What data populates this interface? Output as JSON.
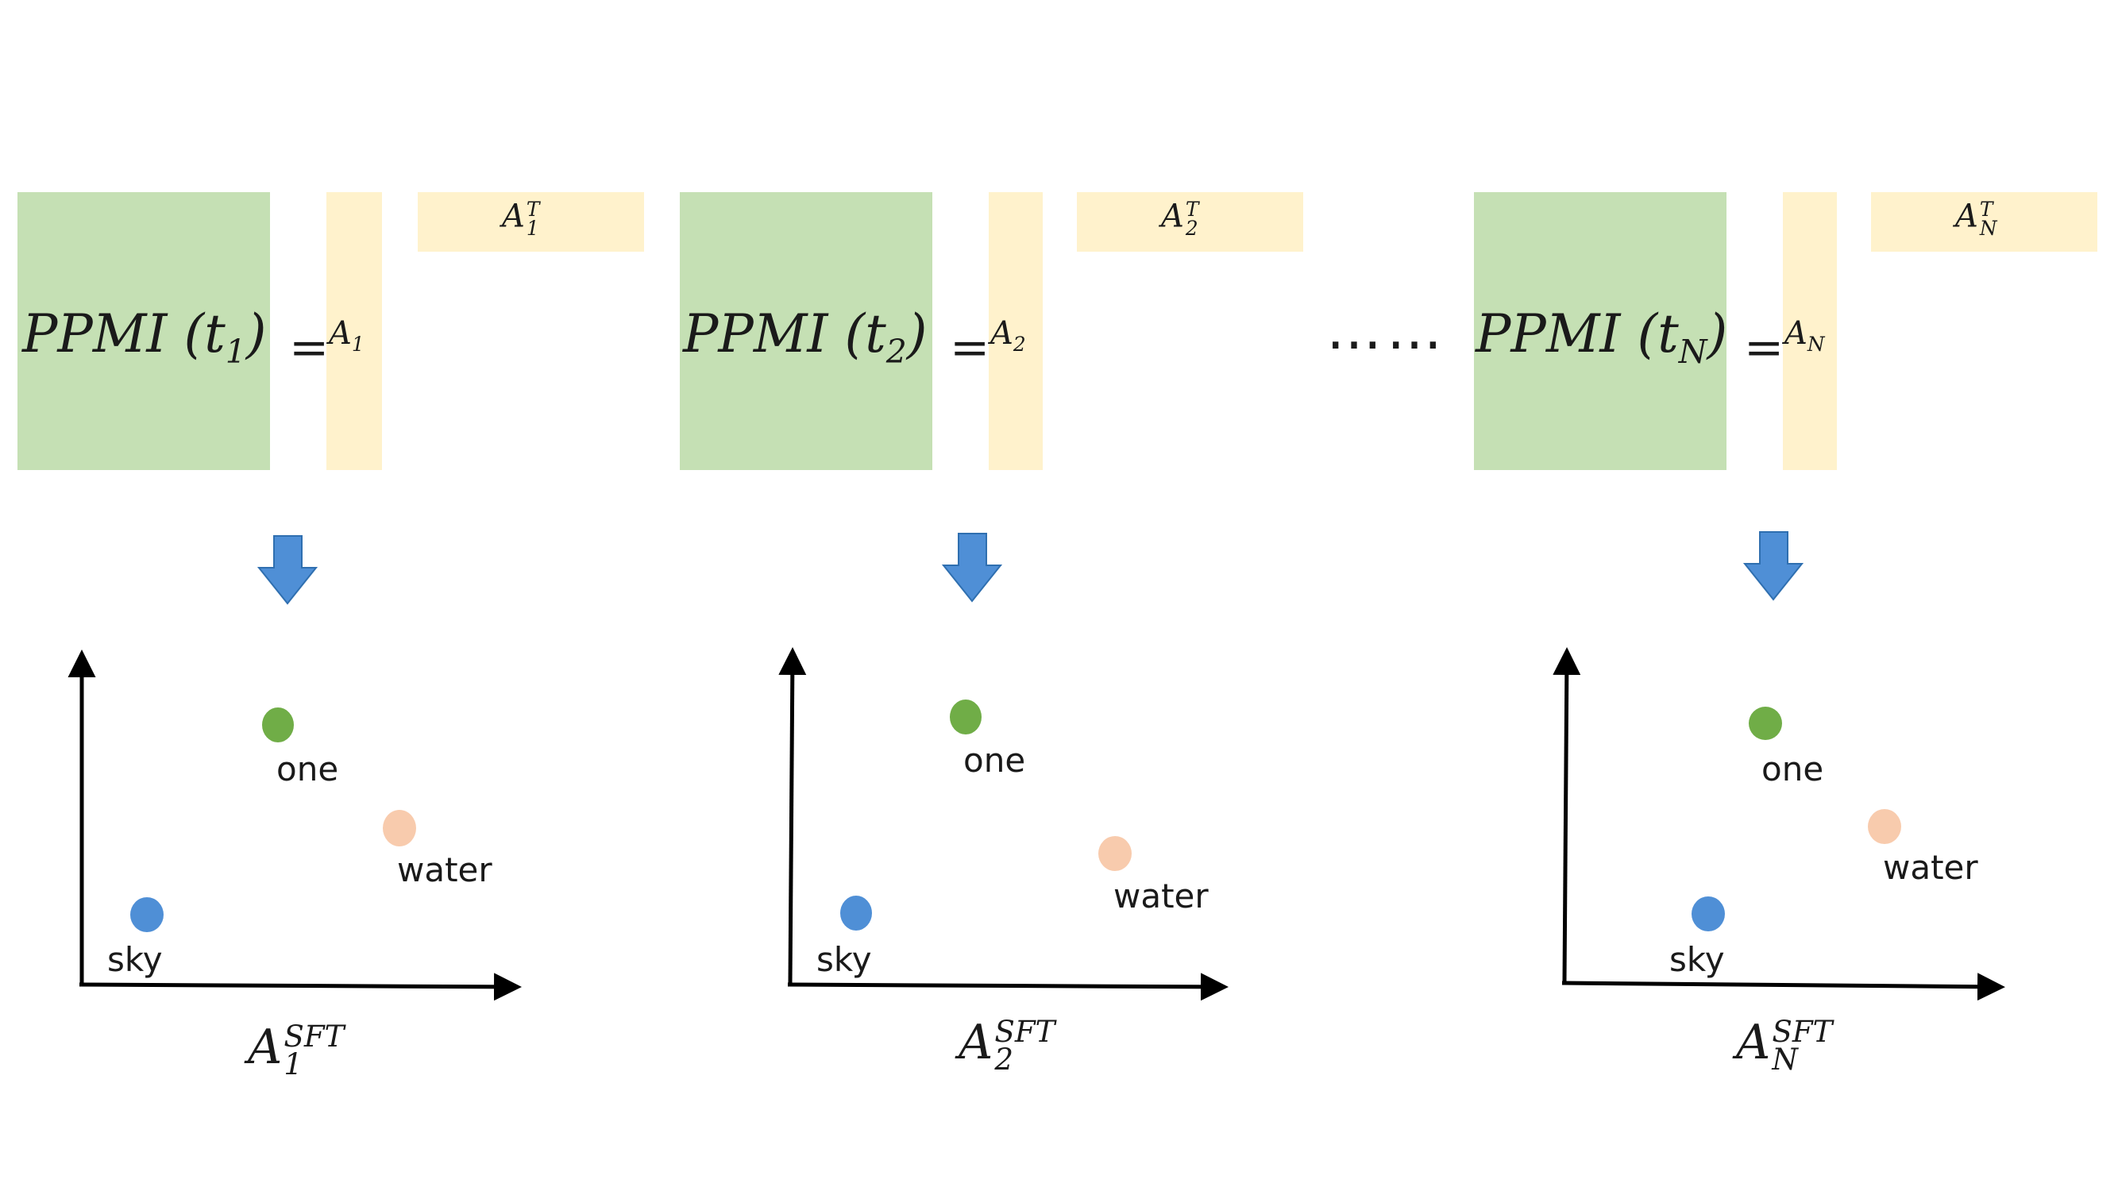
{
  "colors": {
    "ppmi_block": "#c5e0b4",
    "factor_block": "#fff2cc",
    "arrow": "#4f8fd6",
    "axis": "#000000",
    "point_one": "#70ad47",
    "point_water": "#f8cbad",
    "point_sky": "#4f8fd6"
  },
  "panels": [
    {
      "ppmi_label": "PPMI (t",
      "ppmi_sub": "1",
      "ppmi_close": ")",
      "equals": "=",
      "a_base": "A",
      "a_sub": "1",
      "at_base": "A",
      "at_sup": "T",
      "at_sub": "1",
      "points": [
        {
          "label": "one",
          "color": "point_one"
        },
        {
          "label": "water",
          "color": "point_water"
        },
        {
          "label": "sky",
          "color": "point_sky"
        }
      ],
      "caption_base": "A",
      "caption_sup": "SFT",
      "caption_sub": "1"
    },
    {
      "ppmi_label": "PPMI (t",
      "ppmi_sub": "2",
      "ppmi_close": ")",
      "equals": "=",
      "a_base": "A",
      "a_sub": "2",
      "at_base": "A",
      "at_sup": "T",
      "at_sub": "2",
      "points": [
        {
          "label": "one",
          "color": "point_one"
        },
        {
          "label": "water",
          "color": "point_water"
        },
        {
          "label": "sky",
          "color": "point_sky"
        }
      ],
      "caption_base": "A",
      "caption_sup": "SFT",
      "caption_sub": "2"
    },
    {
      "ppmi_label": "PPMI (t",
      "ppmi_sub": "N",
      "ppmi_close": ")",
      "equals": "=",
      "a_base": "A",
      "a_sub": "N",
      "at_base": "A",
      "at_sup": "T",
      "at_sub": "N",
      "points": [
        {
          "label": "one",
          "color": "point_one"
        },
        {
          "label": "water",
          "color": "point_water"
        },
        {
          "label": "sky",
          "color": "point_sky"
        }
      ],
      "caption_base": "A",
      "caption_sup": "SFT",
      "caption_sub": "N"
    }
  ],
  "ellipsis": "……"
}
